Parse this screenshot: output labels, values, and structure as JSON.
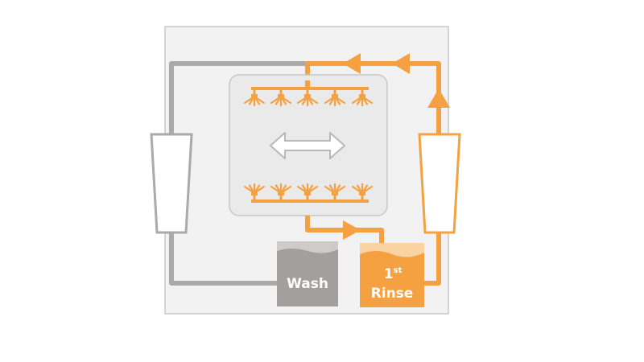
{
  "colors": {
    "panel_fill": "#f2f2f2",
    "panel_stroke": "#c8c8c8",
    "chamber_fill": "#eaeaea",
    "chamber_stroke": "#c8c8c8",
    "gray_pipe": "#aaaaaa",
    "orange": "#f5a142",
    "orange_light": "#fbd3a2",
    "wash_tank": "#a39f9f",
    "wash_tank_light": "#cfcbcb"
  },
  "tanks": {
    "wash": {
      "label": "Wash"
    },
    "rinse": {
      "line1": "1",
      "sup": "st",
      "line2": "Rinse"
    }
  },
  "icons": {
    "conveyor": "double-arrow-icon",
    "filter": "filter-housing-icon",
    "nozzle": "spray-nozzle-icon",
    "flow": "flow-arrow-icon"
  }
}
